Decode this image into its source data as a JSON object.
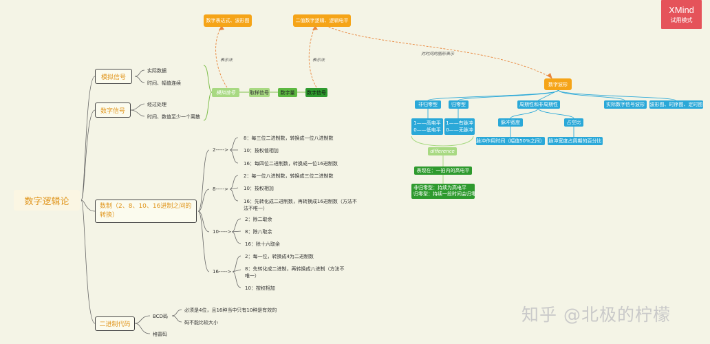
{
  "root": "数字逻辑论",
  "categories": {
    "analog": "模拟信号",
    "digital": "数字信号",
    "radix": "数制（2、8、10、16进制之间的转换）",
    "binary_code": "二进制代码"
  },
  "analog_items": [
    "实际数据",
    "时间、幅值连续"
  ],
  "digital_items": [
    "经过处理",
    "时间、数值至少一个离散"
  ],
  "radix_groups": [
    {
      "label": "2----->",
      "items": [
        "8：每三位二进制数，转换成一位八进制数",
        "10：按权值相加",
        "16：每四位二进制数，转换成一位16进制数"
      ]
    },
    {
      "label": "8----->",
      "items": [
        "2：每一位八进制数，转换成三位二进制数",
        "10：按权相加",
        "16：先转化成二进制数，再转换成16进制数（方法不",
        "法不唯一）"
      ]
    },
    {
      "label": "10----->",
      "items": [
        "2：除二取余",
        "8：除八取余",
        "16：除十六取余"
      ]
    },
    {
      "label": "16----->",
      "items": [
        "2：每一位，转换成4为二进制数",
        "8：先转化成二进制，再转换成八进制（方法不",
        "唯一）",
        "10：按权相加"
      ]
    }
  ],
  "bcd": {
    "label": "BCD码",
    "items": [
      "必须是4位，且16种当中只有10种是有效的",
      "码不能比较大小"
    ]
  },
  "gray": "格雷码",
  "flow": {
    "nodes": [
      "模拟信号",
      "取样信号",
      "数字量",
      "数字信号"
    ],
    "top_left": "数字表达式、波形图",
    "top_right": "二值数字逻辑、逻辑电平",
    "rel_left": "表示法",
    "rel_right": "表示法",
    "rel_curve": "对时间的图形表示"
  },
  "waveform": {
    "center": "数字波形",
    "children": [
      "非归零型",
      "归零型",
      "周期性和非周期性",
      "实际数字信号波形",
      "波形图、时序图、定时图"
    ],
    "nrz_detail": [
      "1——高电平",
      "0——低电平"
    ],
    "rz_detail": [
      "1——有脉冲",
      "0——无脉冲"
    ],
    "periodic_children": [
      "脉冲宽度",
      "占空比"
    ],
    "pulse_width_detail": "脉冲作用时间（幅值50%之间）",
    "duty_detail": "脉冲宽度占周期的百分比",
    "difference": "difference",
    "diff_1": "表现在：一拍内的高电平",
    "diff_2": [
      "非归零型：持续为高电平",
      "归零型：持续一段时间会归零"
    ]
  },
  "badge": {
    "line1": "XMind",
    "line2": "试用模式"
  },
  "watermark": "知乎 @北极的柠檬",
  "colors": {
    "orange": "#f5a418",
    "blue": "#2aa8d8",
    "green_light": "#a8d982",
    "green_mid": "#5cb840",
    "green_dark": "#2e9a2e",
    "badge": "#e5535a"
  }
}
